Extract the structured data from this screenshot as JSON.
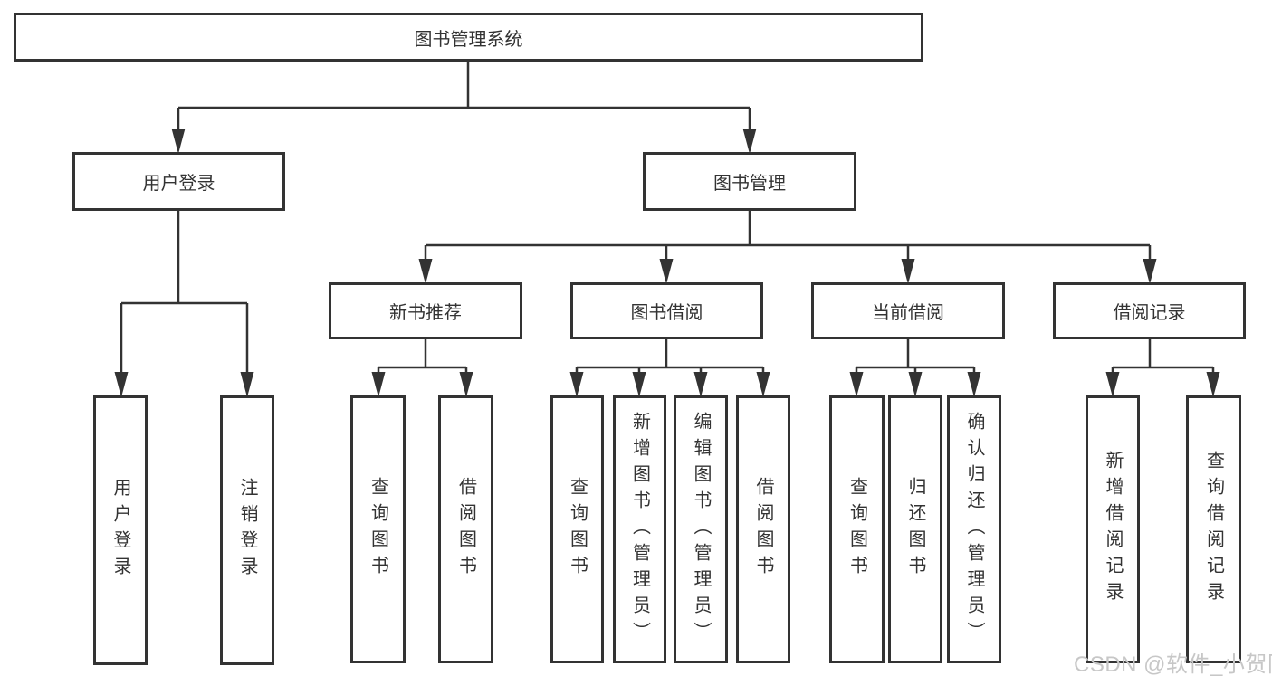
{
  "diagram": {
    "type": "hierarchy-tree",
    "title": "图书管理系统",
    "hierarchy": {
      "图书管理系统": {
        "用户登录": [
          "用户登录",
          "注销登录"
        ],
        "图书管理": {
          "新书推荐": [
            "查询图书",
            "借阅图书"
          ],
          "图书借阅": [
            "查询图书",
            "新增图书（管理员）",
            "编辑图书（管理员）",
            "借阅图书"
          ],
          "当前借阅": [
            "查询图书",
            "归还图书",
            "确认归还（管理员）"
          ],
          "借阅记录": [
            "新增借阅记录",
            "查询借阅记录"
          ]
        }
      }
    },
    "nodes": {
      "root": {
        "label": "图书管理系统"
      },
      "user_login": {
        "label": "用户登录"
      },
      "book_mgmt": {
        "label": "图书管理"
      },
      "new_book": {
        "label": "新书推荐"
      },
      "book_borrow": {
        "label": "图书借阅"
      },
      "current_borrow": {
        "label": "当前借阅"
      },
      "borrow_record": {
        "label": "借阅记录"
      },
      "leaf_user_login": {
        "label": "用户登录"
      },
      "leaf_logout": {
        "label": "注销登录"
      },
      "leaf_query_book_recommend": {
        "label": "查询图书"
      },
      "leaf_borrow_book_recommend": {
        "label": "借阅图书"
      },
      "leaf_query_book_borrow": {
        "label": "查询图书"
      },
      "leaf_add_book": {
        "label": "新增图书（管理员）"
      },
      "leaf_edit_book": {
        "label": "编辑图书（管理员）"
      },
      "leaf_borrow_book_borrow": {
        "label": "借阅图书"
      },
      "leaf_query_book_current": {
        "label": "查询图书"
      },
      "leaf_return_book": {
        "label": "归还图书"
      },
      "leaf_confirm_return": {
        "label": "确认归还（管理员）"
      },
      "leaf_add_record": {
        "label": "新增借阅记录"
      },
      "leaf_query_record": {
        "label": "查询借阅记录"
      }
    },
    "colors": {
      "line": "#333333",
      "box_border": "#333333",
      "box_background": "#ffffff",
      "text": "#333333",
      "background": "#ffffff"
    }
  },
  "watermark": {
    "text": "CSDN @软件_小贺同学",
    "color": "#c7c7c7"
  }
}
